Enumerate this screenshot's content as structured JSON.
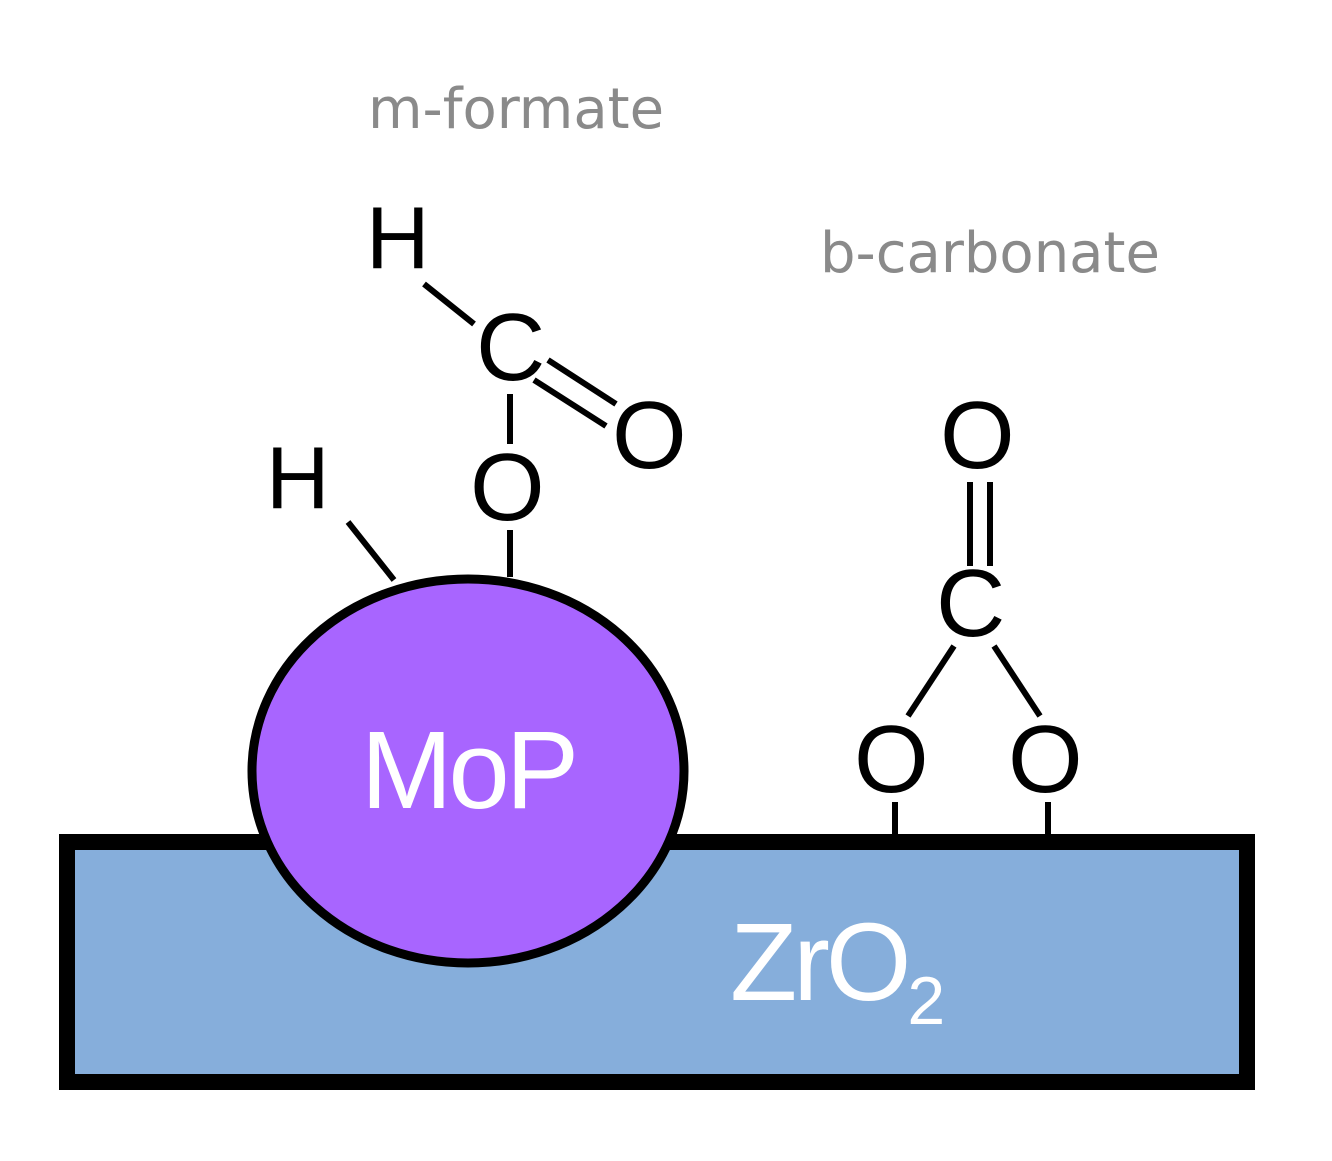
{
  "labels": {
    "m_formate": "m-formate",
    "b_carbonate": "b-carbonate"
  },
  "support": {
    "label_main": "ZrO",
    "label_sub": "2"
  },
  "particle": {
    "label": "MoP"
  },
  "atoms": {
    "h_surface": "H",
    "h_formate": "H",
    "c_formate": "C",
    "o_formate_double": "O",
    "o_formate_bridge": "O",
    "o_carbonate_top": "O",
    "c_carbonate": "C",
    "o_carbonate_left": "O",
    "o_carbonate_right": "O"
  },
  "colors": {
    "support_fill": "#86aedb",
    "particle_fill": "#a865ff",
    "outline": "#000000",
    "label_gray": "#8a8a8a"
  }
}
